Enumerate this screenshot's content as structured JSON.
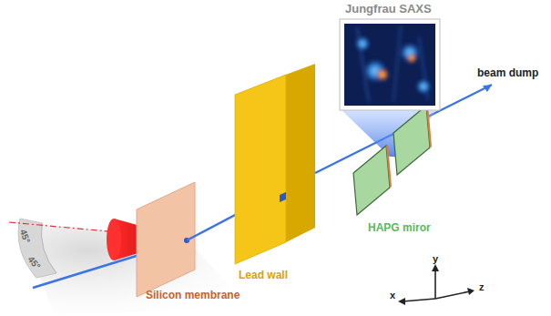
{
  "diagram": {
    "labels": [
      "Jungfrau SAXS",
      "beam dump",
      "HAPG miror",
      "Lead wall",
      "Silicon membrane",
      "45°",
      "45°",
      "y",
      "x",
      "z"
    ]
  }
}
